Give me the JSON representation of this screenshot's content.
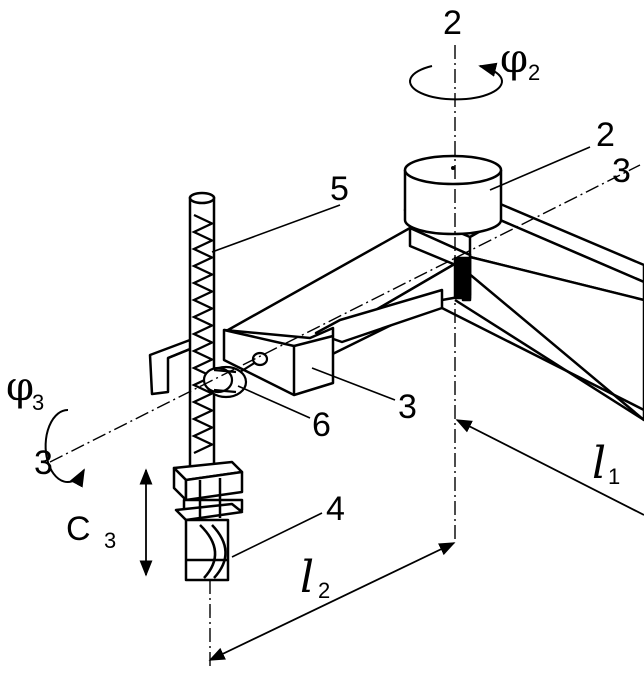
{
  "labels": {
    "axis2_top": "2",
    "phi2": "φ",
    "phi2_sub": "2",
    "part2": "2",
    "axis3_right": "3",
    "part5": "5",
    "phi3": "φ",
    "phi3_sub": "3",
    "axis3_left": "3",
    "part3": "3",
    "part6": "6",
    "part4": "4",
    "c3": "C",
    "c3_sub": "3",
    "l1": "l",
    "l1_sub": "1",
    "l2": "l",
    "l2_sub": "2"
  }
}
